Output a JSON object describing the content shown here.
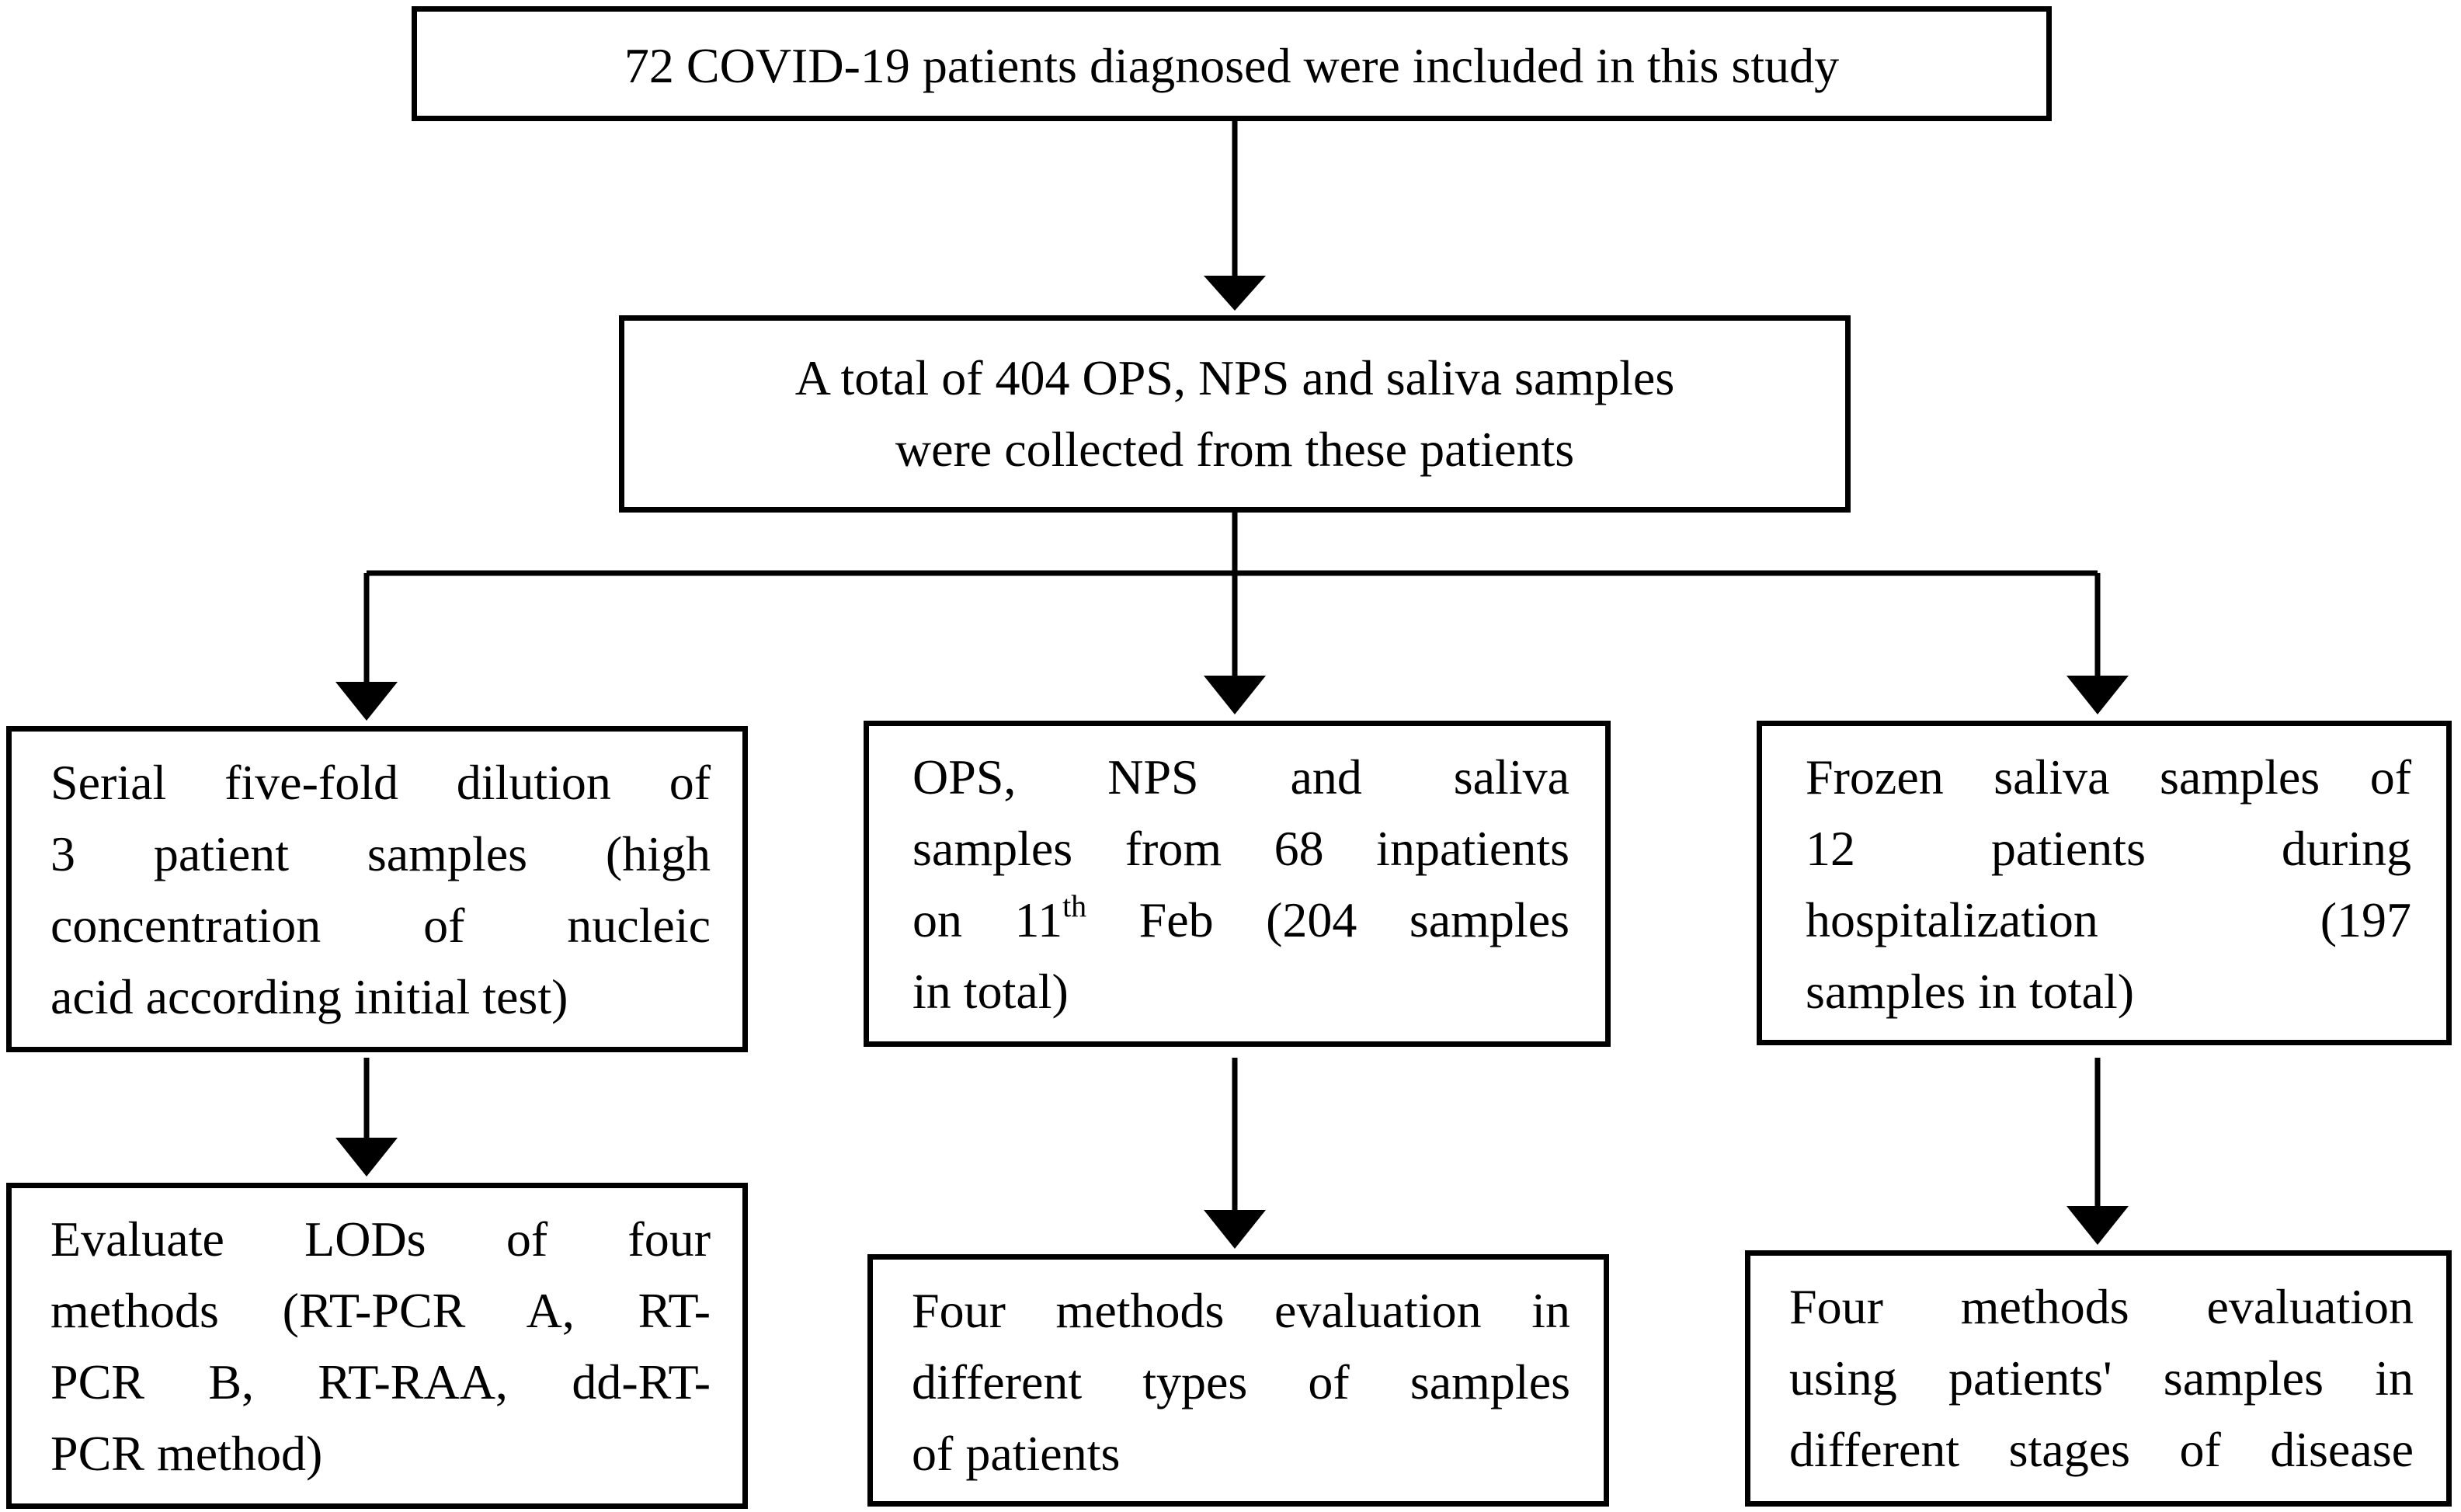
{
  "flowchart": {
    "top": {
      "lines": [
        "72 COVID-19 patients diagnosed were included in this study"
      ]
    },
    "second": {
      "lines": [
        "A total of 404 OPS, NPS and saliva samples",
        "were collected from these patients"
      ]
    },
    "branch_left": {
      "lines": [
        "Serial five-fold dilution of",
        "3 patient samples (high",
        "concentration of nucleic",
        "acid according initial test)"
      ]
    },
    "branch_middle": {
      "line1": "OPS, NPS and saliva",
      "line2": "samples from 68 inpatients",
      "line3_prefix": "on 11",
      "line3_sup": "th",
      "line3_suffix": " Feb (204 samples",
      "line4": "in total)"
    },
    "branch_right": {
      "lines": [
        "Frozen saliva samples of",
        "12 patients during",
        "hospitalization (197",
        "samples in total)"
      ]
    },
    "result_left": {
      "lines": [
        "Evaluate LODs of four",
        "methods (RT-PCR A, RT-",
        "PCR B, RT-RAA, dd-RT-",
        "PCR method)"
      ]
    },
    "result_middle": {
      "lines": [
        "Four methods evaluation in",
        "different types of samples",
        "of patients"
      ]
    },
    "result_right": {
      "lines": [
        "Four methods evaluation",
        "using patients' samples in",
        "different stages of disease"
      ]
    }
  }
}
